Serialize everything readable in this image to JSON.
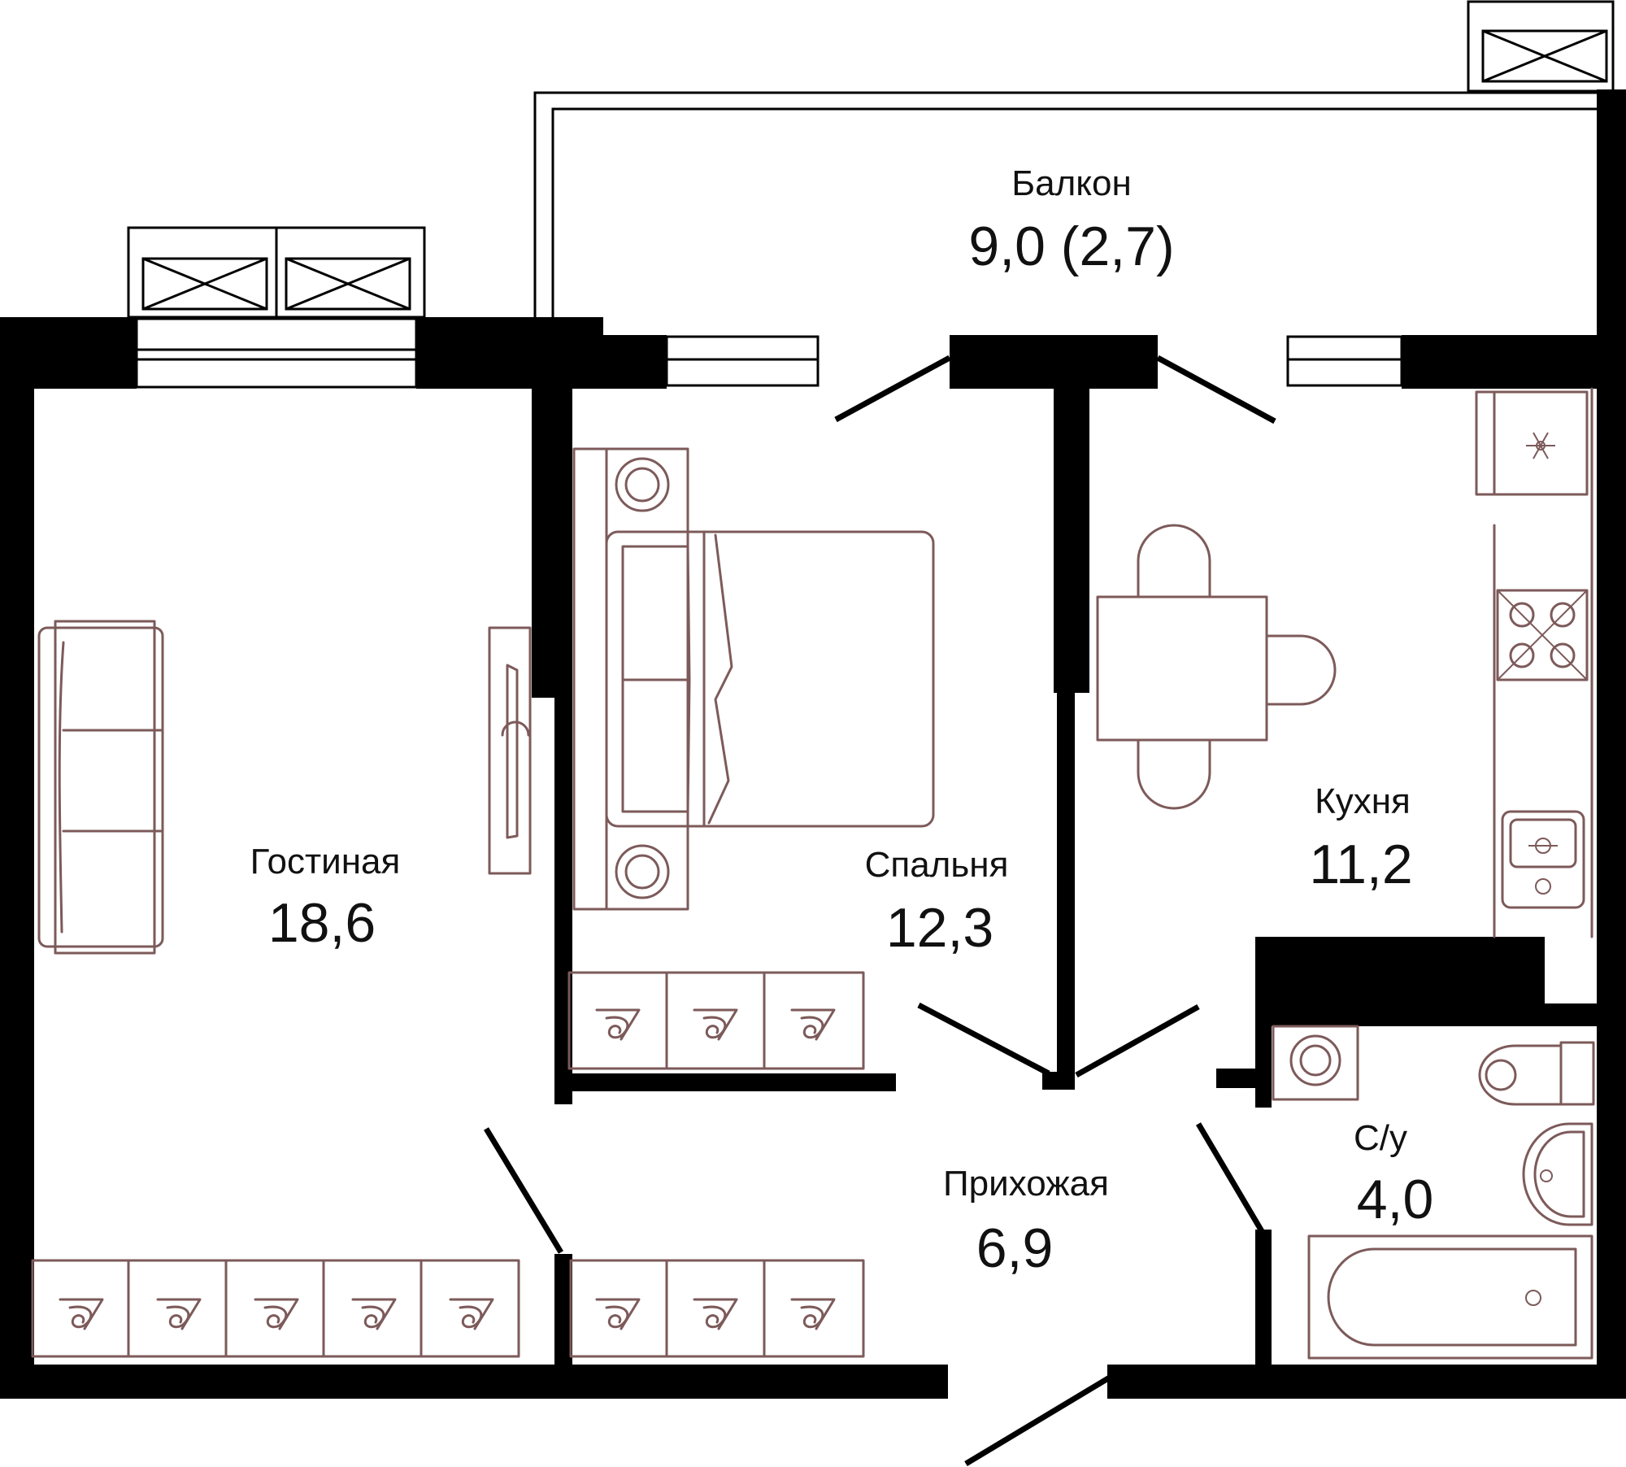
{
  "rooms": {
    "balcony": {
      "name": "Балкон",
      "area": "9,0 (2,7)"
    },
    "living": {
      "name": "Гостиная",
      "area": "18,6"
    },
    "bedroom": {
      "name": "Спальня",
      "area": "12,3"
    },
    "kitchen": {
      "name": "Кухня",
      "area": "11,2"
    },
    "hall": {
      "name": "Прихожая",
      "area": "6,9"
    },
    "bath": {
      "name": "С/у",
      "area": "4,0"
    }
  },
  "colors": {
    "wall": "#000000",
    "furniture": "#7d5a5a",
    "text": "#111111"
  }
}
